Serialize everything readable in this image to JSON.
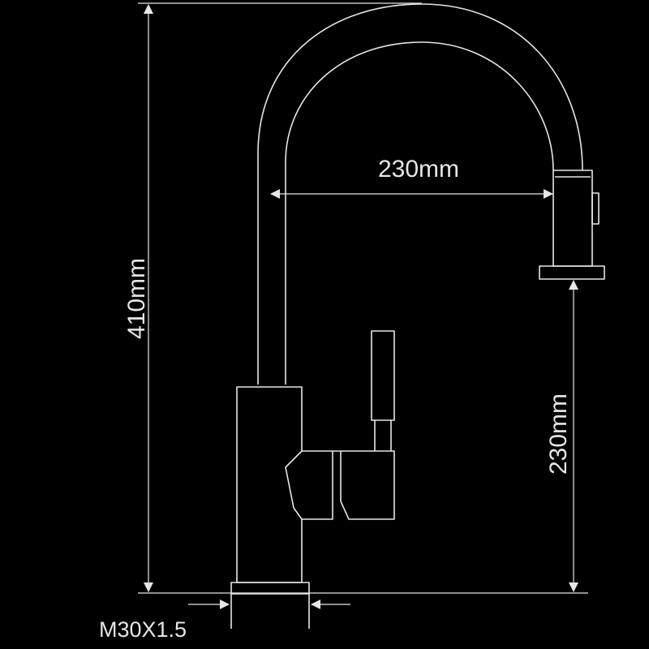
{
  "dimensions": {
    "total_height": "410mm",
    "spout_reach": "230mm",
    "spout_height": "230mm",
    "thread": "M30X1.5"
  },
  "colors": {
    "background": "#000000",
    "line": "#e6e6e6"
  }
}
